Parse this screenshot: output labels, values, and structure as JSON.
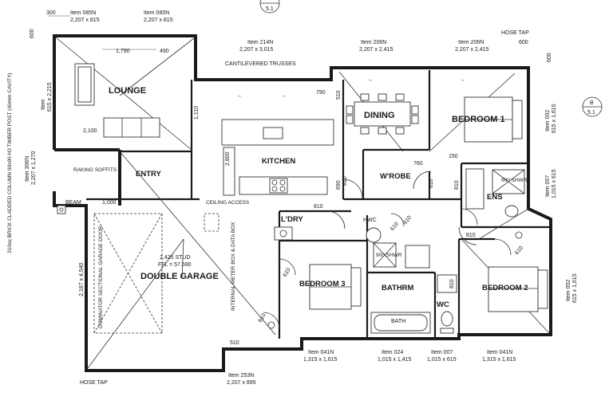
{
  "rooms": {
    "lounge": "LOUNGE",
    "dining": "DINING",
    "bedroom1": "BEDROOM 1",
    "kitchen": "KITCHEN",
    "entry": "ENTRY",
    "wrobe": "W'ROBE",
    "ens": "ENS",
    "laundry": "L'DRY",
    "double_garage": "DOUBLE GARAGE",
    "bedroom3": "BEDROOM 3",
    "bathroom": "BATHRM",
    "wc": "WC",
    "bedroom2": "BEDROOM 2",
    "bath": "BATH"
  },
  "windows": {
    "w085n_a": {
      "item": "Item 085N",
      "size": "2,207 x 815"
    },
    "w085n_b": {
      "item": "Item 085N",
      "size": "2,207 x 815"
    },
    "w214n": {
      "item": "Item 214N",
      "size": "2,207 x 3,015"
    },
    "w206n_a": {
      "item": "Item 206N",
      "size": "2,207 x 2,415"
    },
    "w206n_b": {
      "item": "Item 206N",
      "size": "2,207 x 2,415"
    },
    "w_left": {
      "item": "Item",
      "size": "615 x 2,215"
    },
    "w306n": {
      "item": "Item 306N",
      "size": "2,207 x 1,270"
    },
    "w002_a": {
      "item": "Item 002",
      "size": "615 x 1,615"
    },
    "w007_r": {
      "item": "Item 007",
      "size": "1,015 x 615"
    },
    "w002_b": {
      "item": "Item 002",
      "size": "615 x 1,615"
    },
    "w041n_a": {
      "item": "Item 041N",
      "size": "1,315 x 1,615"
    },
    "w024": {
      "item": "Item 024",
      "size": "1,015 x 1,415"
    },
    "w007_b": {
      "item": "Item 007",
      "size": "1,015 x 615"
    },
    "w041n_b": {
      "item": "Item 041N",
      "size": "1,315 x 1,615"
    },
    "w253n": {
      "item": "Item 253N",
      "size": "2,207 x 895"
    }
  },
  "notes": {
    "cantilevered": "CANTILEVERED TRUSSES",
    "hose_tap_top": "HOSE TAP",
    "hose_tap_bottom": "HOSE TAP",
    "raking_soffits": "RAKING SOFFITS",
    "beam": "BEAM",
    "ceiling_access": "CEILING ACCESS",
    "hwc": "HWC",
    "stud_height": "2,425 STUD",
    "ffl": "FFL = 57.590",
    "garage_door": "DOMINATOR SECTIONAL GARAGE DOOR",
    "meter_box": "INTERNAL METER BOX & DATA BOX",
    "column_note": "310sq BRICK CLADDED COLUMN 90x90 H3 TIMBER POST (40mm CAVITY)",
    "shwr_ens": "900 SHWR",
    "shwr_bath": "900 SHWR"
  },
  "dims": {
    "d300": "300",
    "d600_tl": "600",
    "d600_tr_a": "600",
    "d600_tr_b": "600",
    "d1790": "1,790",
    "d490": "490",
    "d2100": "2,100",
    "d1110": "1,110",
    "d790": "790",
    "d510": "510",
    "d2800": "2,800",
    "d810_k": "810",
    "d690": "690",
    "d760": "760",
    "d810_wr": "810",
    "d150": "150",
    "d810_ens": "810",
    "d1000": "1,000",
    "d810_ld": "810",
    "d810_b1": "810",
    "d2187": "2,187 x 4,540",
    "d510_g": "510",
    "d610_a": "610",
    "d610_b": "610",
    "d610_c": "610",
    "d610_d": "610",
    "d810_e": "810",
    "d810_f": "810"
  },
  "markers": {
    "section_top": "5.1",
    "section_right_letter": "B",
    "section_right_num": "5.1"
  }
}
